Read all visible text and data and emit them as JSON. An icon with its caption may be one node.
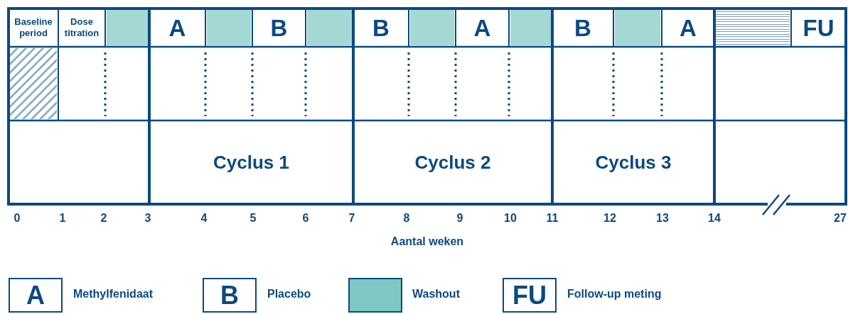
{
  "diagram": {
    "nodes": [
      {
        "text": [
          "Baseline period"
        ]
      },
      {
        "text": [
          "Dose titration"
        ]
      },
      {
        "text": [],
        "shape": "box"
      },
      {
        "text": [
          "A"
        ]
      },
      {
        "text": [],
        "shape": "box"
      },
      {
        "text": [
          "B"
        ]
      },
      {
        "text": [],
        "shape": "box"
      },
      {
        "text": [
          "B"
        ]
      },
      {
        "text": [],
        "shape": "box"
      },
      {
        "text": [
          "A"
        ]
      },
      {
        "text": [],
        "shape": "box"
      },
      {
        "text": [
          "B"
        ]
      },
      {
        "text": [],
        "shape": "box"
      },
      {
        "text": [
          "A"
        ]
      },
      {
        "text": [],
        "shape": "box"
      },
      {
        "text": [
          "FU"
        ]
      },
      {
        "text": [],
        "shape": "box"
      },
      {
        "text": [
          "Cyclus 1"
        ]
      },
      {
        "text": [
          "Cyclus 2"
        ]
      },
      {
        "text": [
          "Cyclus 3"
        ]
      },
      {
        "text": [
          "A"
        ],
        "beside": [
          "Methylfenidaat"
        ]
      },
      {
        "text": [
          "B"
        ],
        "beside": [
          "Placebo"
        ]
      },
      {
        "text": [
          "FU"
        ],
        "beside": [
          "Follow-up meting"
        ]
      }
    ],
    "edges": [],
    "labels": [
      "0",
      "1",
      "2",
      "3",
      "4",
      "5",
      "6",
      "7",
      "8",
      "9",
      "10",
      "11",
      "12",
      "13",
      "14",
      "27",
      "Aantal weken"
    ],
    "legend": [
      {
        "text": "Washout",
        "color": "#7dc8c2"
      }
    ]
  }
}
